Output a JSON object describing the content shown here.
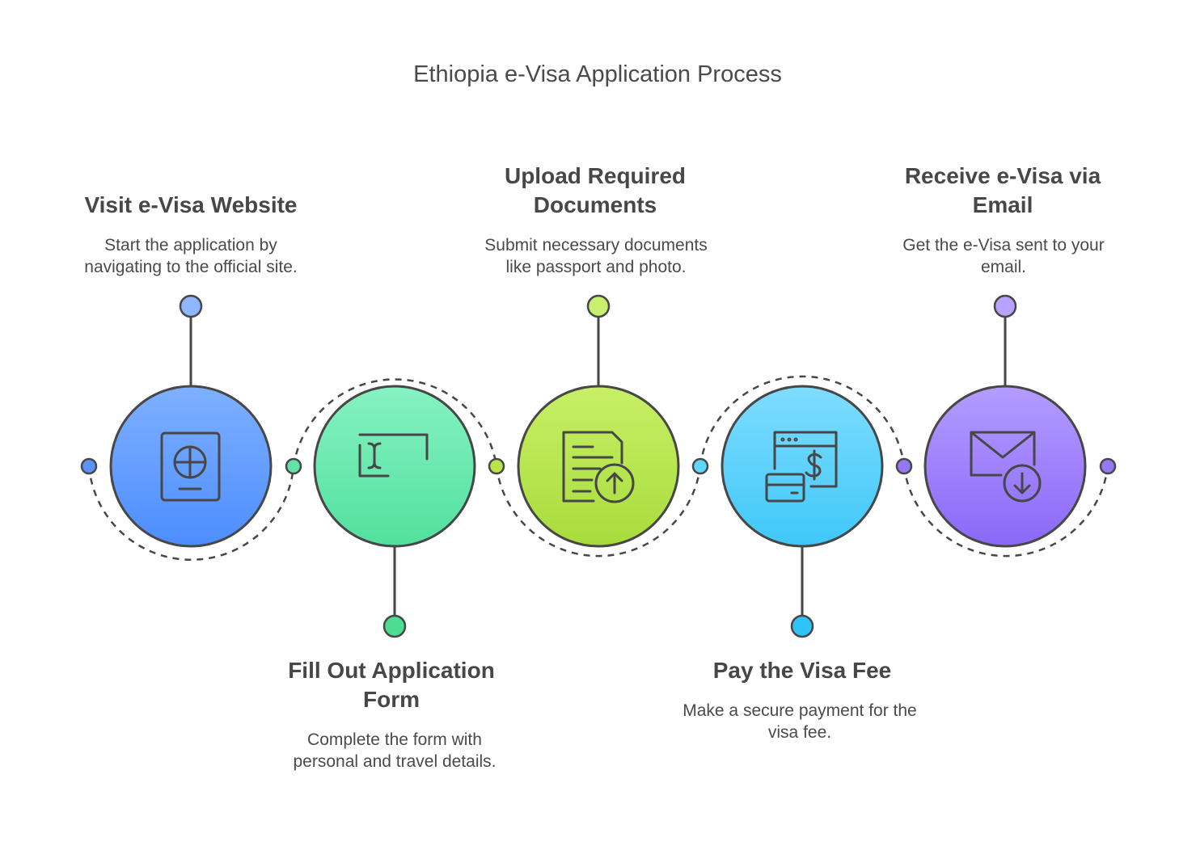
{
  "title": "Ethiopia e-Visa Application Process",
  "steps": [
    {
      "title_lines": [
        "Visit e-Visa Website"
      ],
      "desc_lines": [
        "Start the application by",
        "navigating to the official site."
      ],
      "icon": "passport-icon",
      "color_top": "#7fb0ff",
      "color_bottom": "#4c8dff",
      "dot_color": "#8fb6ff"
    },
    {
      "title_lines": [
        "Fill Out Application",
        "Form"
      ],
      "desc_lines": [
        "Complete the form with",
        "personal and travel details."
      ],
      "icon": "text-input-icon",
      "color_top": "#86f2c2",
      "color_bottom": "#52e09e",
      "dot_color": "#4ddc92"
    },
    {
      "title_lines": [
        "Upload Required",
        "Documents"
      ],
      "desc_lines": [
        "Submit necessary documents",
        "like passport and photo."
      ],
      "icon": "document-upload-icon",
      "color_top": "#c8ef66",
      "color_bottom": "#a8dc3c",
      "dot_color": "#c9ef6e"
    },
    {
      "title_lines": [
        "Pay the Visa Fee"
      ],
      "desc_lines": [
        "Make a secure payment for the",
        "visa fee."
      ],
      "icon": "payment-icon",
      "color_top": "#7fdcff",
      "color_bottom": "#3fc8f8",
      "dot_color": "#2fc4f8"
    },
    {
      "title_lines": [
        "Receive e-Visa via",
        "Email"
      ],
      "desc_lines": [
        "Get the e-Visa sent to your",
        "email."
      ],
      "icon": "email-download-icon",
      "color_top": "#b49cff",
      "color_bottom": "#8a68f8",
      "dot_color": "#b7a3ff"
    }
  ],
  "connector_dot_colors": [
    "#5b93ff",
    "#5fe3a6",
    "#b8e64a",
    "#5fd6ff",
    "#9478f4",
    "#9478f4"
  ]
}
